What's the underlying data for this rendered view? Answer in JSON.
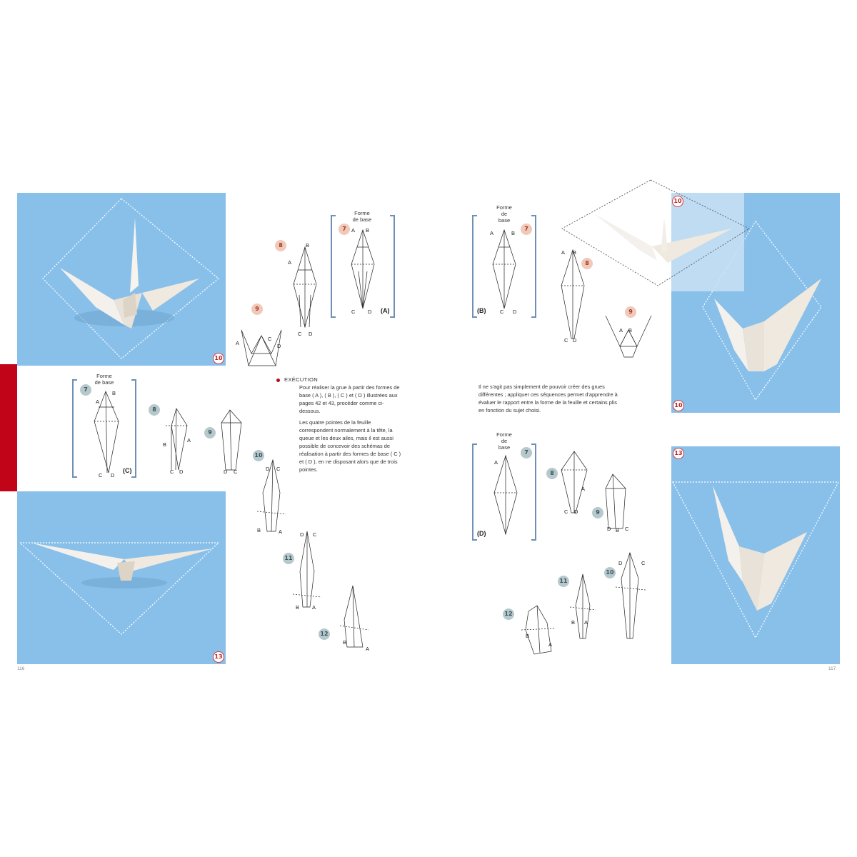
{
  "pages": {
    "left_number": "116",
    "right_number": "117"
  },
  "colors": {
    "photo_blue": "#89c0ea",
    "accent_red": "#c20418",
    "step_badge_red": "#f2c9b8",
    "step_badge_gray": "#b7c8cc"
  },
  "bracket_label": {
    "line1": "Forme",
    "line2": "de base"
  },
  "bracket_label_stacked": {
    "line1": "Forme",
    "line2": "de",
    "line3": "base"
  },
  "base_letters": {
    "a": "(A)",
    "b": "(B)",
    "c": "(C)",
    "d": "(D)"
  },
  "steps": {
    "s7": "7",
    "s8": "8",
    "s9": "9",
    "s10": "10",
    "s11": "11",
    "s12": "12",
    "s13": "13"
  },
  "letters": {
    "A": "A",
    "B": "B",
    "C": "C",
    "D": "D"
  },
  "execution": {
    "heading": "EXÉCUTION",
    "p1": "Pour réaliser la grue à partir des formes de base ( A ), ( B ), ( C ) et ( D ) illustrées aux pages 42 et 43, procéder comme ci-dessous.",
    "p2": "Les quatre pointes de la feuille correspondent normalement à la tête, la queue et les deux ailes, mais il est aussi possible de concevoir des schémas de réalisation à partir des formes de base ( C ) et ( D ), en ne disposant alors que de trois pointes."
  },
  "intro_right": "Il ne s'agit pas simplement de pouvoir créer des grues différentes ; appliquer ces séquences permet d'apprendre à évaluer le rapport entre la forme de la feuille et certains plis en fonction du sujet choisi."
}
